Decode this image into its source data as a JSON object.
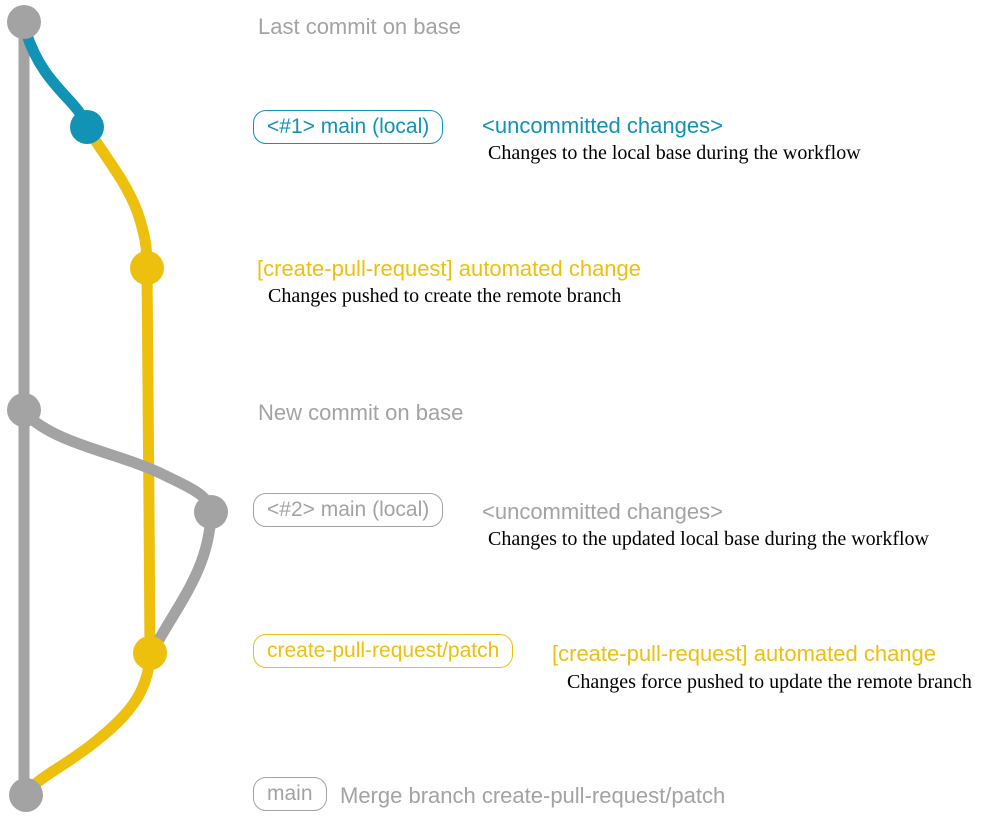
{
  "colors": {
    "gray": "#a3a3a3",
    "blue": "#1093b5",
    "yellow": "#eec00e",
    "description_text": "#000000",
    "background": "#ffffff"
  },
  "sections": {
    "last_commit_label": "Last commit on base",
    "local_1": {
      "box": "<#1> main (local)",
      "title": "<uncommitted changes>",
      "description": "Changes to the local base during the workflow"
    },
    "patch_1": {
      "title": "[create-pull-request] automated change",
      "description": "Changes pushed to create the remote branch"
    },
    "new_commit_label": "New commit on base",
    "local_2": {
      "box": "<#2> main (local)",
      "title": "<uncommitted changes>",
      "description": "Changes to the updated local base during the workflow"
    },
    "patch_2": {
      "box": "create-pull-request/patch",
      "title": "[create-pull-request] automated change",
      "description": "Changes force pushed to update the remote branch"
    },
    "merge": {
      "box": "main",
      "message": "Merge branch create-pull-request/patch"
    }
  },
  "graph": {
    "branches": [
      {
        "name": "base",
        "color": "gray"
      },
      {
        "name": "main (local)",
        "color": "blue then gray"
      },
      {
        "name": "create-pull-request/patch",
        "color": "yellow"
      }
    ],
    "commits": [
      {
        "id": "last-commit-on-base",
        "branch": "base",
        "color": "gray"
      },
      {
        "id": "local-main-1",
        "branch": "main (local)",
        "color": "blue"
      },
      {
        "id": "patch-commit-1",
        "branch": "create-pull-request/patch",
        "color": "yellow"
      },
      {
        "id": "new-commit-on-base",
        "branch": "base",
        "color": "gray"
      },
      {
        "id": "local-main-2",
        "branch": "main (local)",
        "color": "gray"
      },
      {
        "id": "patch-commit-2",
        "branch": "create-pull-request/patch",
        "color": "yellow"
      },
      {
        "id": "merge-commit",
        "branch": "base",
        "color": "gray"
      }
    ]
  }
}
